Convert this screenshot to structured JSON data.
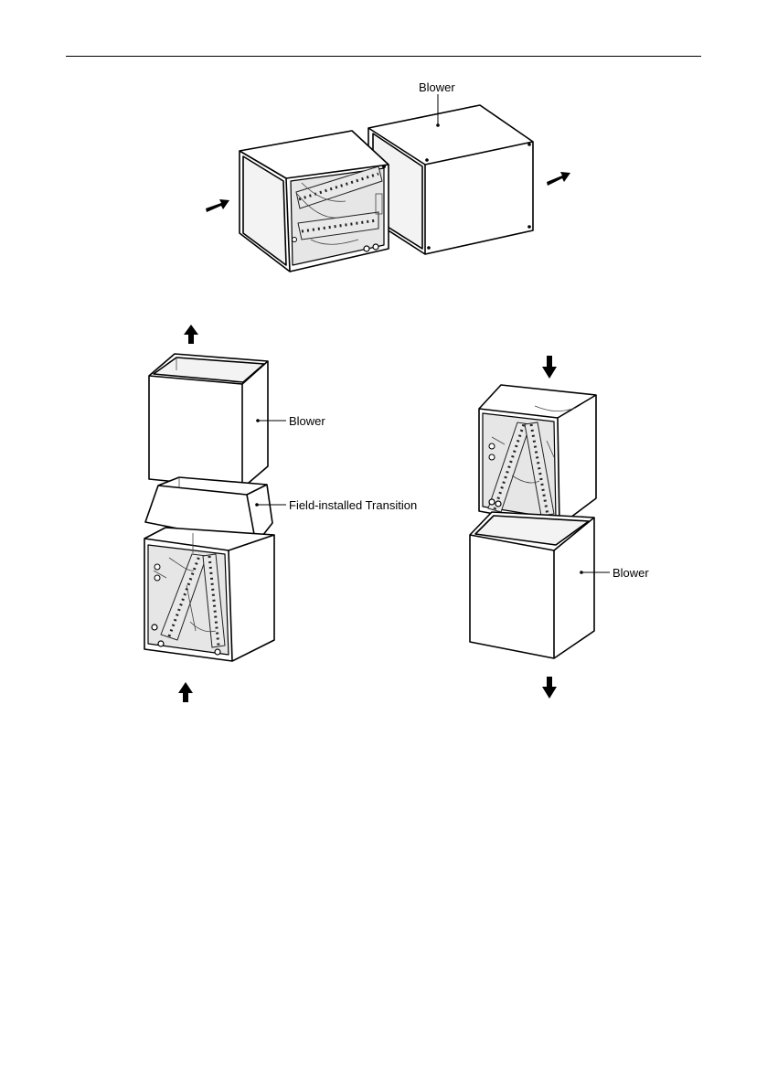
{
  "labels": {
    "blower_top": "Blower",
    "blower_upflow": "Blower",
    "transition": "Field-installed Transition",
    "blower_downflow": "Blower"
  },
  "icons": {
    "airflow_arrows": [
      "arrow-right-icon",
      "arrow-right-icon",
      "arrow-up-icon",
      "arrow-up-icon",
      "arrow-down-icon",
      "arrow-down-icon"
    ]
  }
}
